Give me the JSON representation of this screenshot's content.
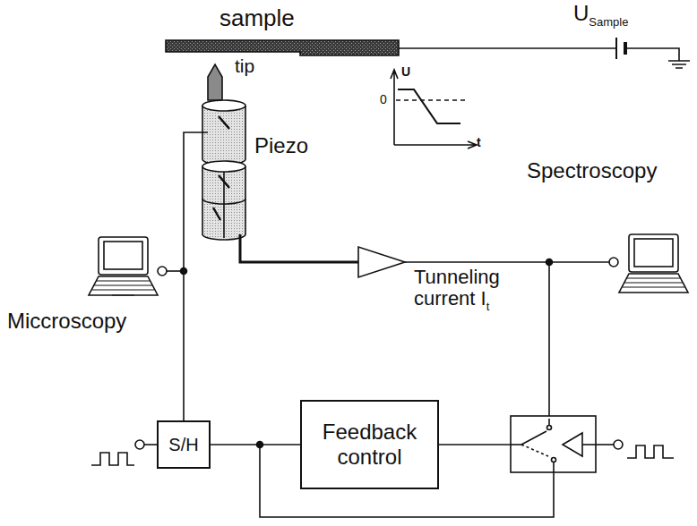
{
  "diagram": {
    "nodes": [
      {
        "text": [
          "S/H"
        ]
      },
      {
        "text": [
          "Feedback control"
        ]
      }
    ],
    "edges": [
      {
        "from": 0,
        "to": 1,
        "arrow": "none"
      }
    ],
    "labels": [
      "sample",
      "U",
      "Sample",
      "tip",
      "U",
      "0",
      "t",
      "Piezo",
      "Spectroscopy",
      "Tunneling current I",
      "t",
      "Miccroscopy"
    ]
  }
}
